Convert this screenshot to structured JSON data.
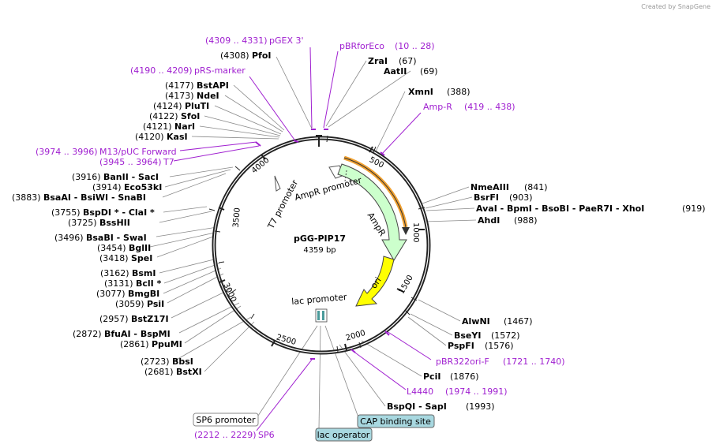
{
  "watermark": "Created by SnapGene",
  "plasmid": {
    "name": "pGG-PIP17",
    "size_label": "4359 bp"
  },
  "colors": {
    "primer": "#a020d0",
    "backbone": "#222222",
    "amp": "#ccffcc",
    "ori": "#ffff00",
    "orf": "#f0a030"
  },
  "ticks": [
    "500",
    "1000",
    "1500",
    "2000",
    "2500",
    "3000",
    "3500",
    "4000"
  ],
  "features": {
    "ampr_promoter": "AmpR promoter",
    "t7_promoter": "T7 promoter",
    "ampr": "AmpR",
    "ori": "ori",
    "lac_promoter": "lac promoter",
    "sp6_promoter": "SP6 promoter",
    "lac_operator": "lac operator",
    "cap_site": "CAP binding site"
  },
  "primers": {
    "pgex3": {
      "range": "(4309 .. 4331)",
      "name": "pGEX 3'"
    },
    "pbrforeco": {
      "name": "pBRforEco",
      "range": "(10 .. 28)"
    },
    "prs": {
      "range": "(4190 .. 4209)",
      "name": "pRS-marker"
    },
    "ampr": {
      "name": "Amp-R",
      "range": "(419 .. 438)"
    },
    "m13": {
      "range": "(3974 .. 3996)",
      "name": "M13/pUC Forward"
    },
    "t7": {
      "range": "(3945 .. 3964)",
      "name": "T7"
    },
    "pbr322": {
      "name": "pBR322ori-F",
      "range": "(1721 .. 1740)"
    },
    "l4440": {
      "name": "L4440",
      "range": "(1974 .. 1991)"
    },
    "sp6": {
      "range": "(2212 .. 2229)",
      "name": "SP6"
    }
  },
  "sites_left": [
    {
      "pos": "(4308)",
      "name": "PfoI"
    },
    {
      "pos": "(4177)",
      "name": "BstAPI"
    },
    {
      "pos": "(4173)",
      "name": "NdeI"
    },
    {
      "pos": "(4124)",
      "name": "PluTI"
    },
    {
      "pos": "(4122)",
      "name": "SfoI"
    },
    {
      "pos": "(4121)",
      "name": "NarI"
    },
    {
      "pos": "(4120)",
      "name": "KasI"
    },
    {
      "pos": "(3916)",
      "name": "BanII  - SacI"
    },
    {
      "pos": "(3914)",
      "name": "Eco53kI"
    },
    {
      "pos": "(3883)",
      "name": "BsaAI  - BsiWI  - SnaBI"
    },
    {
      "pos": "(3755)",
      "name": "BspDI *  - ClaI *"
    },
    {
      "pos": "(3725)",
      "name": "BssHII"
    },
    {
      "pos": "(3496)",
      "name": "BsaBI  - SwaI"
    },
    {
      "pos": "(3454)",
      "name": "BglII"
    },
    {
      "pos": "(3418)",
      "name": "SpeI"
    },
    {
      "pos": "(3162)",
      "name": "BsmI"
    },
    {
      "pos": "(3131)",
      "name": "BclI *"
    },
    {
      "pos": "(3077)",
      "name": "BmgBI"
    },
    {
      "pos": "(3059)",
      "name": "PsiI"
    },
    {
      "pos": "(2957)",
      "name": "BstZ17I"
    },
    {
      "pos": "(2872)",
      "name": "BfuAI  - BspMI"
    },
    {
      "pos": "(2861)",
      "name": "PpuMI"
    },
    {
      "pos": "(2723)",
      "name": "BbsI"
    },
    {
      "pos": "(2681)",
      "name": "BstXI"
    }
  ],
  "sites_right": [
    {
      "name": "ZraI",
      "pos": "(67)"
    },
    {
      "name": "AatII",
      "pos": "(69)"
    },
    {
      "name": "XmnI",
      "pos": "(388)"
    },
    {
      "name": "NmeAIII",
      "pos": "(841)"
    },
    {
      "name": "BsrFI",
      "pos": "(903)"
    },
    {
      "name": "AvaI  - BpmI  - BsoBI  - PaeR7I  - XhoI",
      "pos": "(919)"
    },
    {
      "name": "AhdI",
      "pos": "(988)"
    },
    {
      "name": "AlwNI",
      "pos": "(1467)"
    },
    {
      "name": "BseYI",
      "pos": "(1572)"
    },
    {
      "name": "PspFI",
      "pos": "(1576)"
    },
    {
      "name": "PciI",
      "pos": "(1876)"
    },
    {
      "name": "BspQI  - SapI",
      "pos": "(1993)"
    }
  ]
}
